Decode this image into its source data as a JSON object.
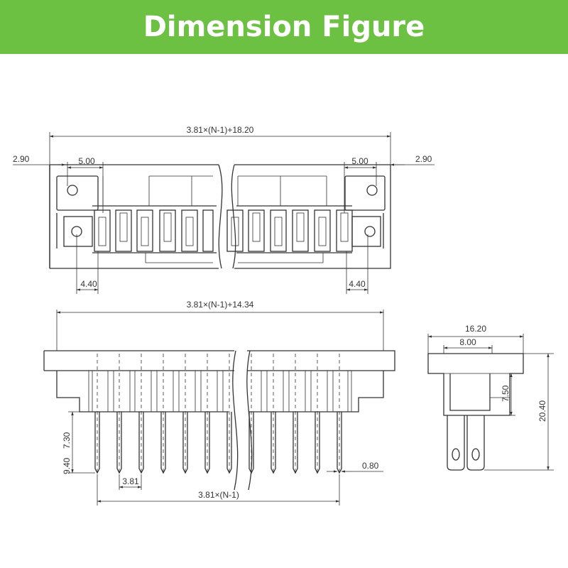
{
  "header": {
    "title": "Dimension Figure"
  },
  "colors": {
    "banner": "#6cc142",
    "title_text": "#ffffff",
    "line": "#333333"
  },
  "top_view": {
    "overall_width": "3.81×(N-1)+18.20",
    "left_offset": "2.90",
    "left_hole_pitch": "5.00",
    "right_hole_pitch": "5.00",
    "right_offset": "2.90",
    "left_bottom": "4.40",
    "right_bottom": "4.40"
  },
  "front_view": {
    "overall_width": "3.81×(N-1)+14.34",
    "pin_heights": "9.40",
    "pin_heights_2": "7.30",
    "pin_pitch": "3.81",
    "pin_span": "3.81×(N-1)",
    "pin_diameter": "0.80"
  },
  "side_view": {
    "depth": "16.20",
    "inner_depth": "8.00",
    "shoulder": "7.50",
    "height": "20.40"
  }
}
